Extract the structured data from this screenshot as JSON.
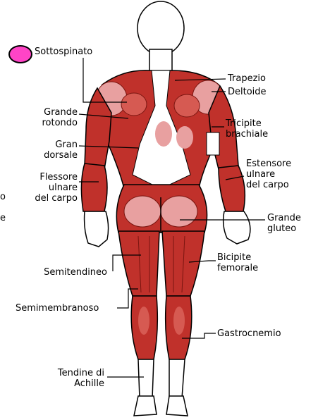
{
  "labels": {
    "sottospinato": "Sottospinato",
    "grande_rotondo": "Grande\nrotondo",
    "gran_dorsale": "Gran\ndorsale",
    "flessore": "Flessore\nulnare\ndel carpo",
    "semitendineo": "Semitendineo",
    "semimembranoso": "Semimembranoso",
    "tendine_achille": "Tendine di\nAchille",
    "trapezio": "Trapezio",
    "deltoide": "Deltoide",
    "tricipite": "Tricipite\nbrachiale",
    "estensore": "Estensore\nulnare\ndel carpo",
    "grande_gluteo": "Grande\ngluteo",
    "bicipite": "Bicipite\nfemorale",
    "gastrocnemio": "Gastrocnemio",
    "edge_left": "o\n\ne"
  },
  "colors": {
    "muscle": "#c0312b",
    "muscle_dark": "#7a1510",
    "highlight": "#e8a0a0",
    "skin": "#ffffff",
    "outline": "#000000",
    "hotspot": "#ff44c6"
  }
}
